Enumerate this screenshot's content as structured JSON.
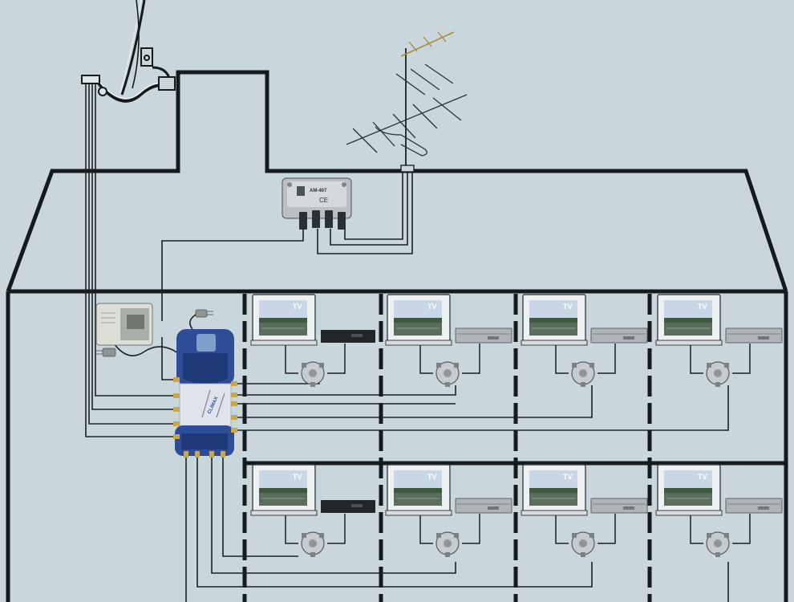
{
  "colors": {
    "background": "#c9d7dc",
    "wall": "#151a1c",
    "cable": "#1b2024",
    "multiswitch_blue": "#2d4d96",
    "device_grey": "#b9bfc3",
    "tv_sky": "#c9d6e6",
    "tv_water": "#5b6d5c"
  },
  "amplifier": {
    "model": "AM-407",
    "ce_mark": "CE"
  },
  "multiswitch": {
    "brand": "CLIMAX"
  },
  "apartments": [
    {
      "floor": "upper",
      "unit": 1,
      "tv_label": "TV",
      "receiver": "black"
    },
    {
      "floor": "upper",
      "unit": 2,
      "tv_label": "TV",
      "receiver": "grey"
    },
    {
      "floor": "upper",
      "unit": 3,
      "tv_label": "TV",
      "receiver": "grey"
    },
    {
      "floor": "upper",
      "unit": 4,
      "tv_label": "TV",
      "receiver": "grey"
    },
    {
      "floor": "lower",
      "unit": 1,
      "tv_label": "TV",
      "receiver": "black"
    },
    {
      "floor": "lower",
      "unit": 2,
      "tv_label": "TV",
      "receiver": "grey"
    },
    {
      "floor": "lower",
      "unit": 3,
      "tv_label": "TV",
      "receiver": "grey"
    },
    {
      "floor": "lower",
      "unit": 4,
      "tv_label": "TV",
      "receiver": "grey"
    }
  ]
}
